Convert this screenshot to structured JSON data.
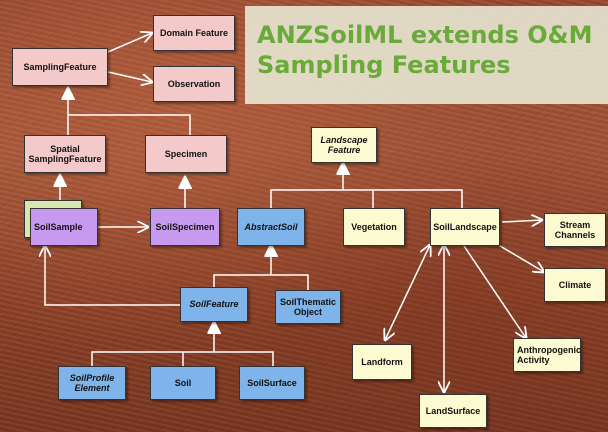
{
  "title": {
    "line1": "ANZSoilML extends O&M",
    "line2": "Sampling Features"
  },
  "colors": {
    "title_text": "#6aaa3a",
    "om_class": "#f3c9c9",
    "soil_sample_class": "#c79af0",
    "soil_class": "#7fb4ea",
    "landscape_class": "#fcfad0",
    "overlap_box": "#d5e8b0"
  },
  "nodes": {
    "domain_feature": "Domain Feature",
    "observation": "Observation",
    "sampling_feature": "SamplingFeature",
    "spatial_sampling_feature": "Spatial SamplingFeature",
    "specimen": "Specimen",
    "soil_sample": "SoilSample",
    "soil_specimen": "SoilSpecimen",
    "abstract_soil": "AbstractSoil",
    "landscape_feature": "Landscape Feature",
    "vegetation": "Vegetation",
    "soil_landscape": "SoilLandscape",
    "stream_channels": "Stream Channels",
    "climate": "Climate",
    "soil_feature": "SoilFeature",
    "soil_thematic_object": "SoilThematic Object",
    "soil_profile_element": "SoilProfile Element",
    "soil": "Soil",
    "soil_surface": "SoilSurface",
    "landform": "Landform",
    "anthropogenic_activity": "Anthropogenic Activity",
    "land_surface": "LandSurface"
  }
}
